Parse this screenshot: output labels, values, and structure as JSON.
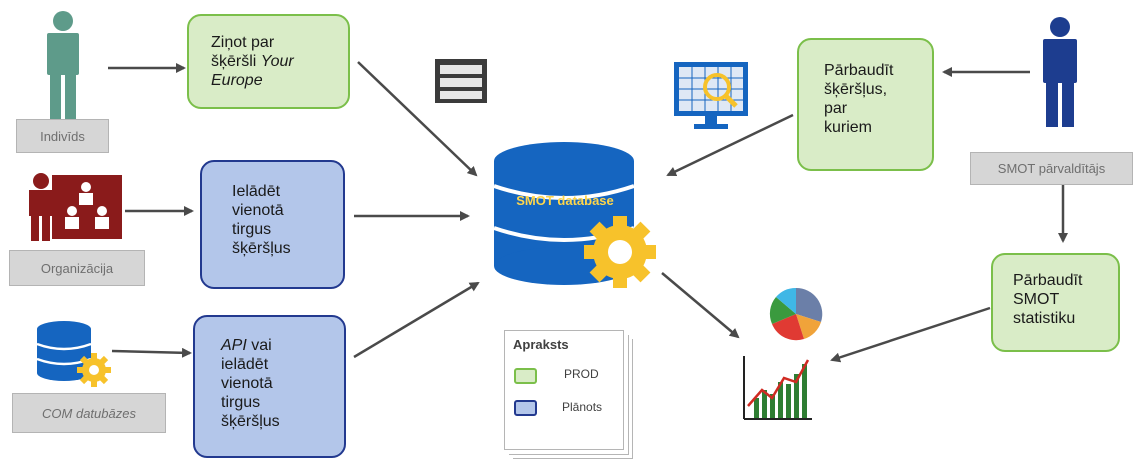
{
  "actors": {
    "individ": "Indivīds",
    "organization": "Organizācija",
    "com_db": "COM datubāzes",
    "admin": "SMOT pārvaldītājs"
  },
  "boxes": {
    "report": "Ziņot par\nšķēršli Your\nEurope",
    "upload": "Ielādēt\nvienotā\ntirgus\nšķēršļus",
    "api": "API vai\nielādēt\nvienotā\ntirgus\nšķēršļus",
    "verify": "Pārbaudīt\nšķēršļus,\npar\nkuriem",
    "stats": "Pārbaudīt\nSMOT\nstatistiku"
  },
  "database": {
    "label": "SMOT database"
  },
  "legend": {
    "title": "Apraksts",
    "prod": "PROD",
    "planned": "Plānots"
  },
  "colors": {
    "prod_fill": "#d9ecc7",
    "prod_border": "#7bbf4a",
    "planned_fill": "#b3c6ea",
    "planned_border": "#22398f",
    "individual": "#5e9b8a",
    "organization": "#8a1b1b",
    "admin": "#1d3d8f",
    "db_blue": "#1565c0",
    "gear": "#f7c22b"
  }
}
